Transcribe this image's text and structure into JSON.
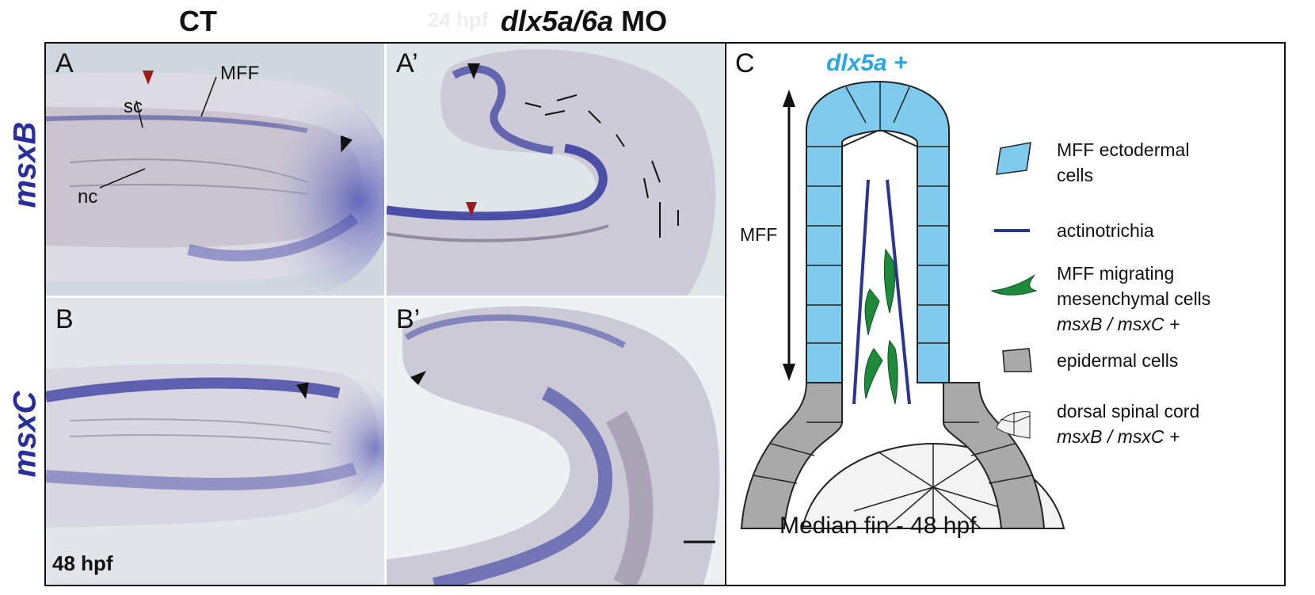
{
  "headers": {
    "ct": "CT",
    "timepoint_ghost": "24 hpf",
    "mo_gene": "dlx5a/6a",
    "mo_suffix": "MO"
  },
  "row_labels": {
    "top": "msxB",
    "bottom": "msxC"
  },
  "panels": {
    "A": {
      "label": "A",
      "annotations": {
        "mff": "MFF",
        "sc": "sc",
        "nc": "nc"
      }
    },
    "A_prime": {
      "label": "A’"
    },
    "B": {
      "label": "B",
      "timepoint": "48 hpf"
    },
    "B_prime": {
      "label": "B’"
    },
    "C": {
      "label": "C",
      "title_gene": "dlx5a +",
      "mff_label": "MFF",
      "caption": "Median fin - 48 hpf",
      "legend": [
        {
          "icon": "ectodermal-cell-icon",
          "lines": [
            "MFF ectodermal",
            "cells"
          ]
        },
        {
          "icon": "actinotrichia-line-icon",
          "lines": [
            "actinotrichia"
          ]
        },
        {
          "icon": "mesenchymal-cell-icon",
          "lines": [
            "MFF migrating",
            "mesenchymal cells",
            "msxB / msxC  +"
          ]
        },
        {
          "icon": "epidermal-cell-icon",
          "lines": [
            "epidermal cells"
          ]
        },
        {
          "icon": "spinal-cord-icon",
          "lines": [
            "dorsal spinal cord",
            "msxB / msxC +"
          ]
        }
      ]
    }
  },
  "colors": {
    "stain": "#2a2e9a",
    "ectoderm": "#7ecbed",
    "epidermis": "#a9a9a9",
    "mesenchyme": "#1e8a3c",
    "actinotrichia": "#2b3590",
    "arrow_red": "#9b1c1c",
    "gene_label": "#2aa6e0"
  }
}
